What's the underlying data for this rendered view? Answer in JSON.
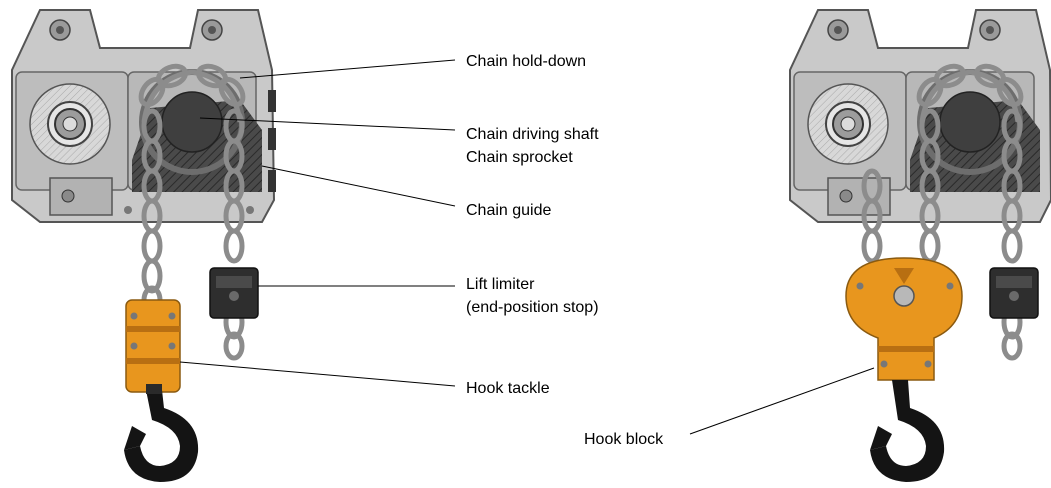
{
  "labels": {
    "chain_hold_down": "Chain hold-down",
    "chain_driving_shaft": "Chain driving shaft",
    "chain_sprocket": "Chain sprocket",
    "chain_guide": "Chain guide",
    "lift_limiter_1": "Lift limiter",
    "lift_limiter_2": "(end-position stop)",
    "hook_tackle": "Hook tackle",
    "hook_block": "Hook block"
  },
  "colors": {
    "housing": "#c7c7c7",
    "housing_dark": "#8f8f8f",
    "chain": "#9a9a9a",
    "sprocket_dark": "#3a3a3a",
    "limiter": "#2d2d2d",
    "hook_body": "#e8961e",
    "hook": "#141414"
  }
}
